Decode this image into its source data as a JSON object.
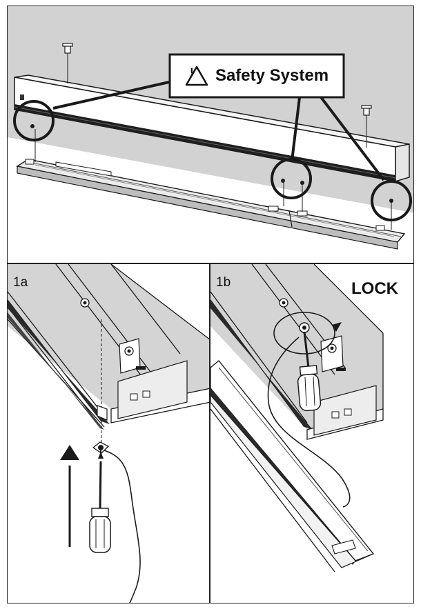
{
  "top": {
    "callout_text": "Safety System",
    "warning_symbol": "!"
  },
  "step_1a": {
    "label": "1a"
  },
  "step_1b": {
    "label": "1b",
    "action": "LOCK"
  },
  "colors": {
    "background_gray": "#d2d2d2",
    "profile_white": "#ffffff",
    "line": "#1a1a1a",
    "dark_fill": "#2a2a2a"
  },
  "icons": [
    "warning-triangle-icon",
    "screwdriver-icon",
    "up-arrow-icon",
    "rotation-arrow-icon",
    "mounting-screw-icon"
  ]
}
